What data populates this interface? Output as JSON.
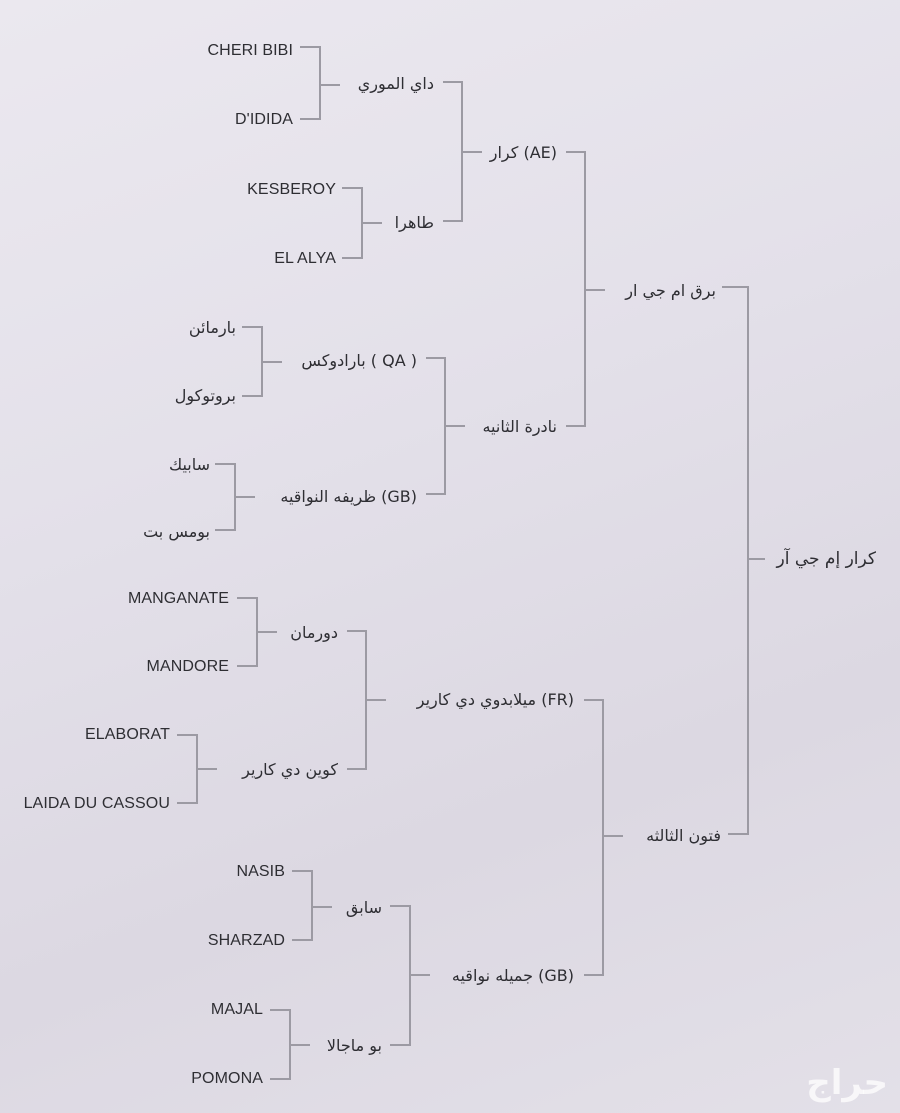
{
  "pedigree": {
    "root": "كرار إم جي آر",
    "parents": {
      "sire": "برق ام جي ار",
      "dam": "فتون الثالثه"
    },
    "grandparents": {
      "sire_sire": "كرار (AE)",
      "sire_dam": "نادرة الثانيه",
      "dam_sire": "ميلابدوي دي كارير (FR)",
      "dam_dam": "جميله نواقيه (GB)"
    },
    "great_grandparents": [
      "داي الموري",
      "طاهرا",
      "بارادوكس ( QA )",
      "ظريفه النواقيه (GB)",
      "دورمان",
      "كوين دي كارير",
      "سابق",
      "بو ماجالا"
    ],
    "g4": [
      "CHERI BIBI",
      "D'IDIDA",
      "KESBEROY",
      "EL ALYA",
      "بارمائن",
      "بروتوكول",
      "سابيك",
      "بومس بت",
      "MANGANATE",
      "MANDORE",
      "ELABORAT",
      "LAIDA DU CASSOU",
      "NASIB",
      "SHARZAD",
      "MAJAL",
      "POMONA"
    ]
  },
  "watermark": "حراج"
}
